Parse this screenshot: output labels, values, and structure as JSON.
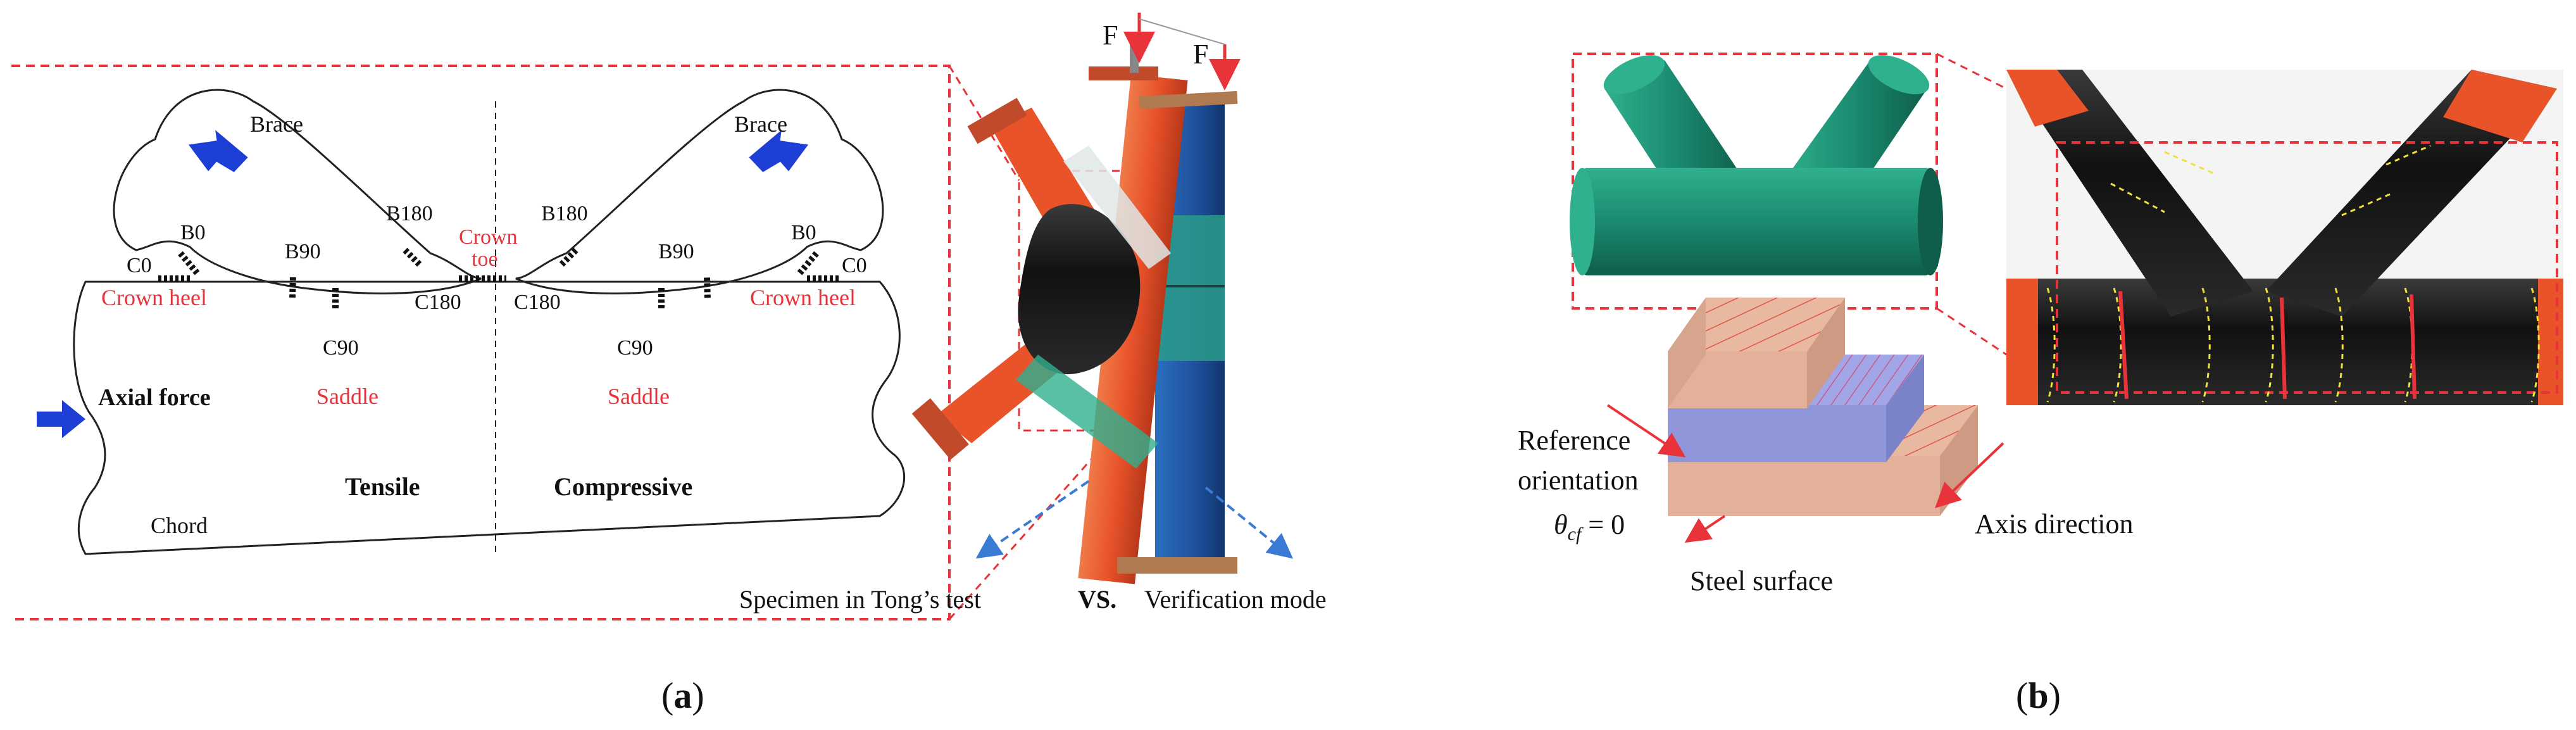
{
  "panel_a": {
    "label_open": "(",
    "label_letter": "a",
    "label_close": ")",
    "schematic": {
      "brace_left": "Brace",
      "brace_right": "Brace",
      "points": {
        "b0_left": "B0",
        "c0_left": "C0",
        "b90_left": "B90",
        "b180_left": "B180",
        "crown_toe_line1": "Crown",
        "crown_toe_line2": "toe",
        "c180_left": "C180",
        "c180_right": "C180",
        "b180_right": "B180",
        "b90_right": "B90",
        "b0_right": "B0",
        "c0_right": "C0",
        "c90_left": "C90",
        "c90_right": "C90"
      },
      "crown_heel_left": "Crown heel",
      "crown_heel_right": "Crown heel",
      "saddle_left": "Saddle",
      "saddle_right": "Saddle",
      "axial_force": "Axial force",
      "tensile": "Tensile",
      "compressive": "Compressive",
      "chord": "Chord"
    },
    "force_label_1": "F",
    "force_label_2": "F",
    "caption_specimen": "Specimen in Tong’s test",
    "caption_vs": "VS.",
    "caption_verification": "Verification mode"
  },
  "panel_b": {
    "label_open": "(",
    "label_letter": "b",
    "label_close": ")",
    "reference_line1": "Reference",
    "reference_line2": "orientation",
    "theta_label": "θ",
    "theta_sub": "cf",
    "theta_value": " = 0",
    "axis_direction": "Axis direction",
    "steel_surface": "Steel surface"
  },
  "colors": {
    "red_accent": "#e8333a",
    "blue_arrow": "#1e3fd6",
    "teal_model": "#1a8a70",
    "orange_tube": "#e8532a",
    "salmon_layer": "#e8b8a0",
    "violet_layer": "#9aa0e0",
    "dark_wrap": "#1a1a1a",
    "caption_arrow": "#3a7bd5"
  }
}
